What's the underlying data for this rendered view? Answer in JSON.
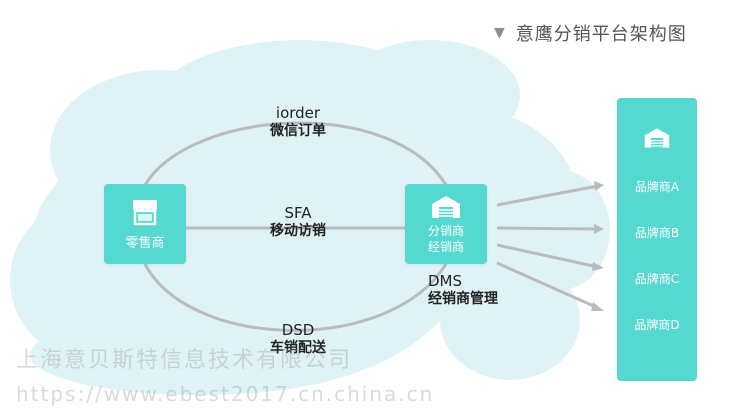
{
  "title": "意鹰分销平台架构图",
  "nodes": {
    "retailer": {
      "label": "零售商"
    },
    "distributor": {
      "line1": "分销商",
      "line2": "经销商"
    }
  },
  "brands": [
    "品牌商A",
    "品牌商B",
    "品牌商C",
    "品牌商D"
  ],
  "edges": {
    "top": {
      "en": "iorder",
      "zh": "微信订单"
    },
    "middle": {
      "en": "SFA",
      "zh": "移动访销"
    },
    "bottom": {
      "en": "DSD",
      "zh": "车销配送"
    },
    "dms": {
      "en": "DMS",
      "zh": "经销商管理"
    }
  },
  "watermarks": {
    "company": "上海意贝斯特信息技术有限公司",
    "url": "https://www.ebest2017.cn.china.cn"
  },
  "colors": {
    "accent": "#55d8cf",
    "cloud": "#dff3f7",
    "arc": "#b8bcc0",
    "title": "#555555"
  }
}
